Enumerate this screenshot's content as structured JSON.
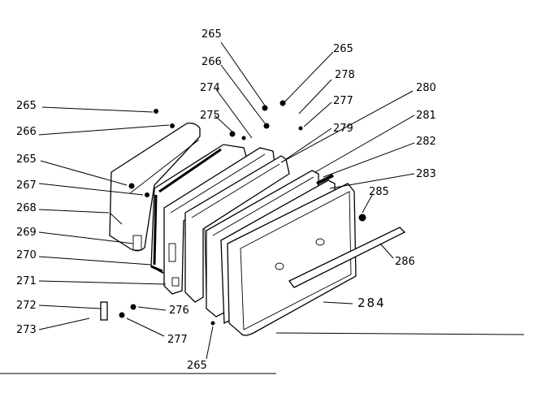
{
  "diagram": {
    "part_labels": {
      "p265_top_a": "265",
      "p265_top_b": "265",
      "p266_top": "266",
      "p274": "274",
      "p278": "278",
      "p275": "275",
      "p277_top": "277",
      "p280": "280",
      "p279": "279",
      "p281": "281",
      "p282": "282",
      "p283": "283",
      "p285": "285",
      "p286": "286",
      "p284": "284",
      "p265_left_a": "265",
      "p266_left": "266",
      "p265_left_b": "265",
      "p267": "267",
      "p268": "268",
      "p269": "269",
      "p270": "270",
      "p271": "271",
      "p272": "272",
      "p276": "276",
      "p273": "273",
      "p277_bottom": "277",
      "p265_bottom": "265"
    }
  }
}
